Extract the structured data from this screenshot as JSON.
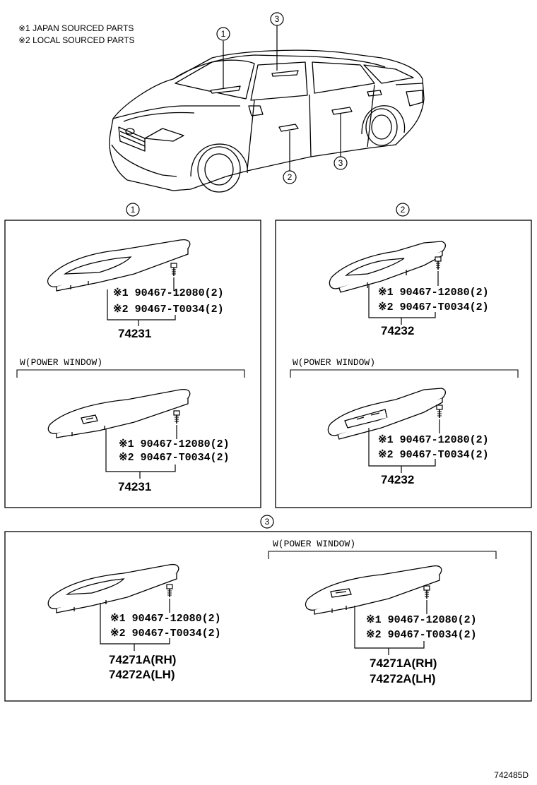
{
  "legend": {
    "japan": "※1 JAPAN SOURCED PARTS",
    "local": "※2 LOCAL SOURCED PARTS"
  },
  "callouts": {
    "one": "1",
    "two": "2",
    "three": "3"
  },
  "panel1": {
    "std": {
      "p1": "※1 90467-12080(2)",
      "p2": "※2 90467-T0034(2)",
      "part": "74231"
    },
    "condition": "W(POWER WINDOW)",
    "pw": {
      "p1": "※1 90467-12080(2)",
      "p2": "※2 90467-T0034(2)",
      "part": "74231"
    }
  },
  "panel2": {
    "std": {
      "p1": "※1 90467-12080(2)",
      "p2": "※2 90467-T0034(2)",
      "part": "74232"
    },
    "condition": "W(POWER WINDOW)",
    "pw": {
      "p1": "※1 90467-12080(2)",
      "p2": "※2 90467-T0034(2)",
      "part": "74232"
    }
  },
  "panel3": {
    "std": {
      "p1": "※1 90467-12080(2)",
      "p2": "※2 90467-T0034(2)",
      "part_rh": "74271A(RH)",
      "part_lh": "74272A(LH)"
    },
    "condition": "W(POWER WINDOW)",
    "pw": {
      "p1": "※1 90467-12080(2)",
      "p2": "※2 90467-T0034(2)",
      "part_rh": "74271A(RH)",
      "part_lh": "74272A(LH)"
    }
  },
  "figure_id": "742485D"
}
